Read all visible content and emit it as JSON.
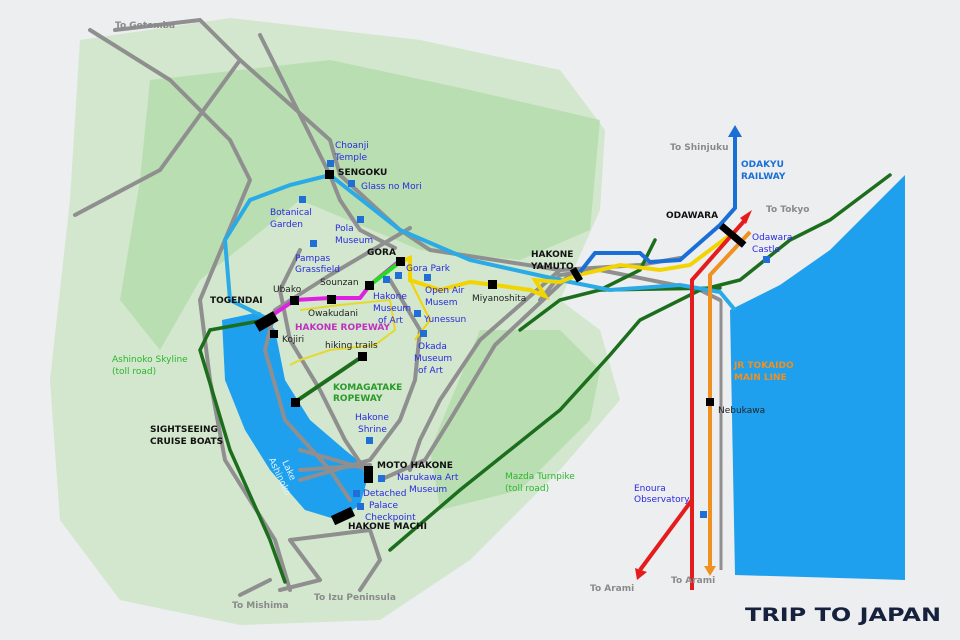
{
  "title_logo": "TRIP TO JAPAN",
  "colors": {
    "odakyu_railway": "#1a6fd6",
    "jr_tokaido": "#f09020",
    "shinkansen_red": "#e51c1c",
    "hakone_tozan": "#f2d400",
    "bus_light_blue": "#2aaae6",
    "hakone_ropeway": "#e020e0",
    "komagatake_ropeway": "#1c6e1c",
    "cable_car": "#22dd22",
    "roads": "#8f8f8f",
    "sea_lake": "#1ea0ee",
    "poi": "#1f6fd6"
  },
  "directions": {
    "gotemba": "To Gotemba",
    "shinjuku": "To Shinjuku",
    "tokyo": "To Tokyo",
    "mishima": "To Mishima",
    "izu": "To Izu Peninsula",
    "atami1": "To Arami",
    "atami2": "To Arami"
  },
  "stations": {
    "sengoku": "SENGOKU",
    "gora": "GORA",
    "togendai": "TOGENDAI",
    "moto_hakone": "MOTO HAKONE",
    "hakone_machi": "HAKONE MACHI",
    "hakone_yumoto": [
      "HAKONE",
      "YAMUTO"
    ],
    "odawara": "ODAWARA",
    "sounzan": "Sounzan",
    "ubako": "Ubako",
    "owakudani": "Owakudani",
    "kojiri": "Kojiri",
    "miyanoshita": "Miyanoshita",
    "nebukawa": "Nebukawa"
  },
  "lines": {
    "hakone_ropeway": "HAKONE ROPEWAY",
    "komagatake": [
      "KOMAGATAKE",
      "ROPEWAY"
    ],
    "cruise": [
      "SIGHTSEEING",
      "CRUISE BOATS"
    ],
    "odakyu": [
      "ODAKYU",
      "RAILWAY"
    ],
    "jr_tokaido": [
      "JR TOKAIDO",
      "MAIN LINE"
    ],
    "hiking": "hiking trails",
    "ashinoko_skyline": [
      "Ashinoko Skyline",
      "(toll road)"
    ],
    "mazda_turnpike": [
      "Mazda Turnpike",
      "(toll road)"
    ]
  },
  "lake": [
    "Lake",
    "Ashinoko"
  ],
  "pois": {
    "choanji": [
      "Choanji",
      "Temple"
    ],
    "glass": "Glass no Mori",
    "botanical": [
      "Botanical",
      "Garden"
    ],
    "pola": [
      "Pola",
      "Museum"
    ],
    "pampas": [
      "Pampas",
      "Grassfield"
    ],
    "gora_park": "Gora Park",
    "hakone_museum": [
      "Hakone",
      "Museum",
      "of Art"
    ],
    "open_air": [
      "Open Air",
      "Musem"
    ],
    "yunessun": "Yunessun",
    "okada": [
      "Okada",
      "Museum",
      "of Art"
    ],
    "shrine": [
      "Hakone",
      "Shrine"
    ],
    "narukawa": [
      "Narukawa Art",
      "Museum"
    ],
    "detached": [
      "Detached",
      "Palace",
      "Checkpoint"
    ],
    "odawara_castle": [
      "Odawara",
      "Castle"
    ],
    "enoura": [
      "Enoura",
      "Observatory"
    ]
  }
}
